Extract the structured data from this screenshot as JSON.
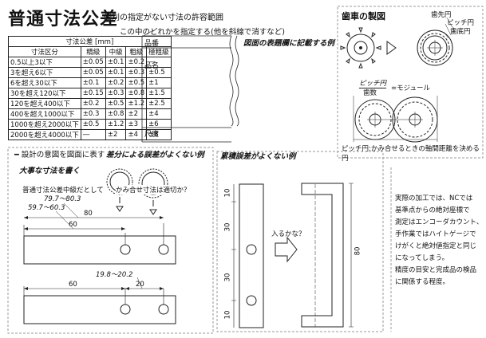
{
  "header": {
    "title": "普通寸法公差",
    "subtitle": "個別の指定がない寸法の許容範囲",
    "note": "この中のどれかを指定する(他を斜線で消すなど)"
  },
  "table": {
    "title": "寸法公差 [mm]",
    "col_headers": [
      "寸法区分",
      "精級",
      "中級",
      "粗級",
      "極粗級"
    ],
    "rows": [
      [
        "0.5以上3以下",
        "±0.05",
        "±0.1",
        "±0.2",
        "―"
      ],
      [
        "3を超え6以下",
        "±0.05",
        "±0.1",
        "±0.3",
        "±0.5"
      ],
      [
        "6を超え30以下",
        "±0.1",
        "±0.2",
        "±0.5",
        "±1"
      ],
      [
        "30を超え120以下",
        "±0.15",
        "±0.3",
        "±0.8",
        "±1.5"
      ],
      [
        "120を超え400以下",
        "±0.2",
        "±0.5",
        "±1.2",
        "±2.5"
      ],
      [
        "400を超え1000以下",
        "±0.3",
        "±0.8",
        "±2",
        "±4"
      ],
      [
        "1000を超え2000以下",
        "±0.5",
        "±1.2",
        "±3",
        "±6"
      ],
      [
        "2000を超え4000以下",
        "―",
        "±2",
        "±4",
        "±8"
      ]
    ],
    "side_labels": {
      "part_no": "品番",
      "name": "品名",
      "scale": "尺度"
    }
  },
  "title_block_note": "図面の表題欄に記載する例",
  "gear": {
    "title": "歯車の製図",
    "labels": {
      "tip": "歯先円",
      "pitch": "ピッチ円",
      "root": "歯底円"
    },
    "formula_num": "ピッチ円",
    "formula_den": "歯数",
    "formula_rhs": "=モジュール",
    "footnote": "ピッチ円:かみ合せるときの軸間距離を決める円"
  },
  "section_design": {
    "label": "設計の意図を図面に表す",
    "diff_title": "差分による誤差がよくない例",
    "important": "大事な寸法を書く",
    "tol_note": "普通寸法公差中級だとして",
    "range1": "79.7〜80.3",
    "range2": "59.7〜60.3",
    "range3": "19.8〜20.2",
    "question": "かみ合せ寸法は適切か？",
    "dim80": "80",
    "dim60a": "60",
    "dim60b": "60",
    "dim20": "20"
  },
  "section_cumulative": {
    "title": "累積誤差がよくない例",
    "question": "入るかな？",
    "dims": [
      "10",
      "30",
      "30",
      "10"
    ],
    "dim80": "80"
  },
  "explanation": {
    "lines": [
      "実際の加工では、NCでは",
      "基準点からの絶対座標で",
      "測定はエンコーダカウント、",
      "手作業ではハイトゲージで",
      "けがくと絶対値指定と同じ",
      "になってしまう。",
      "精度の目安と完成品の検品",
      "に関係する程度。"
    ]
  }
}
